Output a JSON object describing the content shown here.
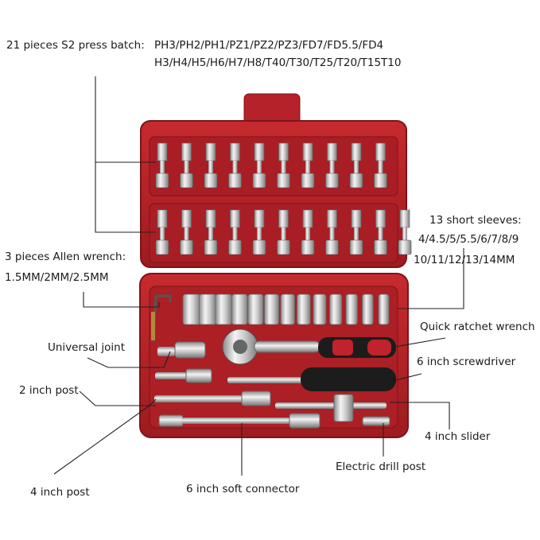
{
  "labels": {
    "bits_title": "21 pieces S2 press batch:",
    "bits_line1": "PH3/PH2/PH1/PZ1/PZ2/PZ3/FD7/FD5.5/FD4",
    "bits_line2": "H3/H4/H5/H6/H7/H8/T40/T30/T25/T20/T15T10",
    "sleeves_title": "13 short sleeves:",
    "sleeves_line1": "4/4.5/5/5.5/6/7/8/9",
    "sleeves_line2": "10/11/12/13/14MM",
    "allen_title": "3 pieces Allen wrench:",
    "allen_sizes": "1.5MM/2MM/2.5MM",
    "universal_joint": "Universal joint",
    "quick_ratchet": "Quick ratchet wrench",
    "screwdriver": "6 inch screwdriver",
    "post_2in": "2 inch post",
    "slider_4in": "4 inch slider",
    "drill_post": "Electric drill post",
    "post_4in": "4 inch post",
    "soft_connector": "6 inch soft connector"
  }
}
